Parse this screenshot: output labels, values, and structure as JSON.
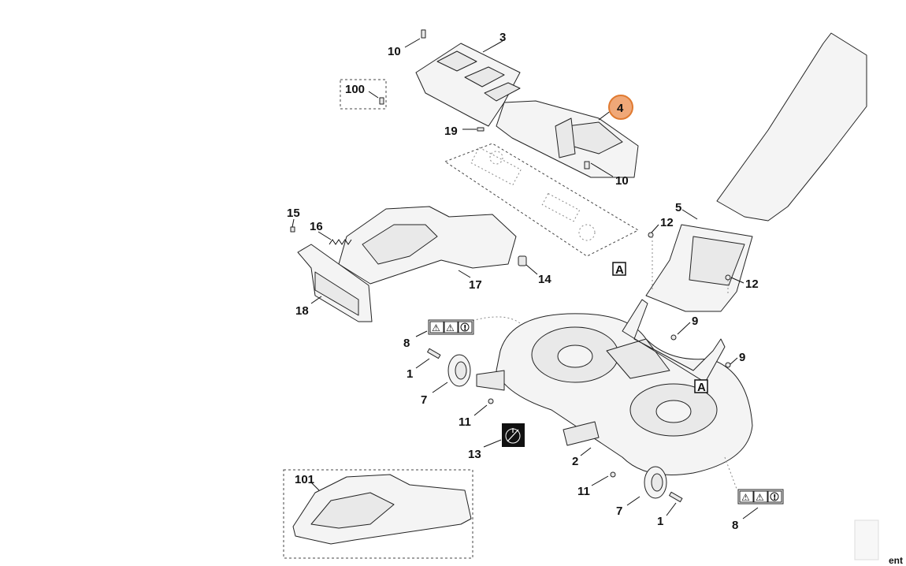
{
  "diagram": {
    "callouts": [
      "3",
      "10",
      "100",
      "4",
      "19",
      "10",
      "15",
      "16",
      "17",
      "18",
      "14",
      "5",
      "12",
      "12",
      "A",
      "8",
      "1",
      "7",
      "11",
      "13",
      "2",
      "9",
      "9",
      "A",
      "11",
      "7",
      "1",
      "8",
      "101"
    ],
    "highlight": {
      "label": "4",
      "color": "#f0a878",
      "stroke": "#e07a30"
    },
    "warning_symbols": [
      "⚠",
      "⚠",
      "!"
    ]
  },
  "footer": {
    "corner_text": "ent"
  }
}
